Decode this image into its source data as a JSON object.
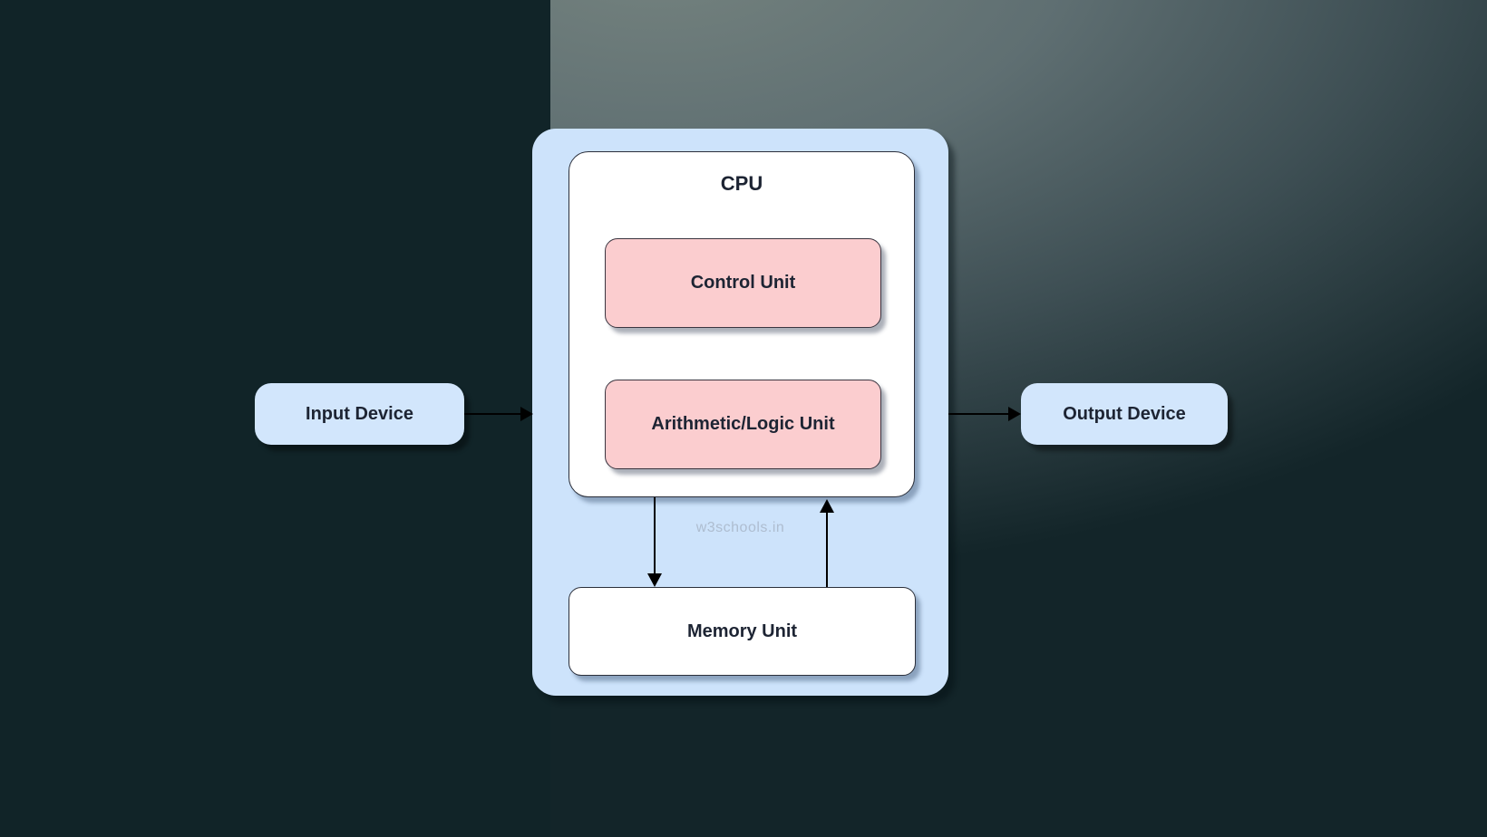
{
  "diagram": {
    "title": "CPU",
    "watermark": "w3schools.in",
    "nodes": {
      "input_device": {
        "label": "Input Device"
      },
      "output_device": {
        "label": "Output Device"
      },
      "cpu": {
        "label": "CPU"
      },
      "control_unit": {
        "label": "Control Unit"
      },
      "alu": {
        "label": "Arithmetic/Logic Unit"
      },
      "memory_unit": {
        "label": "Memory Unit"
      }
    },
    "edges": [
      {
        "from": "input_device",
        "to": "cpu",
        "direction": "right"
      },
      {
        "from": "cpu",
        "to": "output_device",
        "direction": "right"
      },
      {
        "from": "cpu",
        "to": "memory_unit",
        "direction": "down"
      },
      {
        "from": "memory_unit",
        "to": "cpu",
        "direction": "up"
      }
    ],
    "colors": {
      "background": "#112428",
      "gradient_light": "#75837f",
      "gradient_dark": "#132529",
      "node_blue": "#d2e6fc",
      "container_blue": "#cde3fb",
      "node_pink": "#fbcdcf",
      "node_white": "#ffffff",
      "text": "#1d2433",
      "arrow": "#000000",
      "watermark": "#aebdd0"
    }
  }
}
